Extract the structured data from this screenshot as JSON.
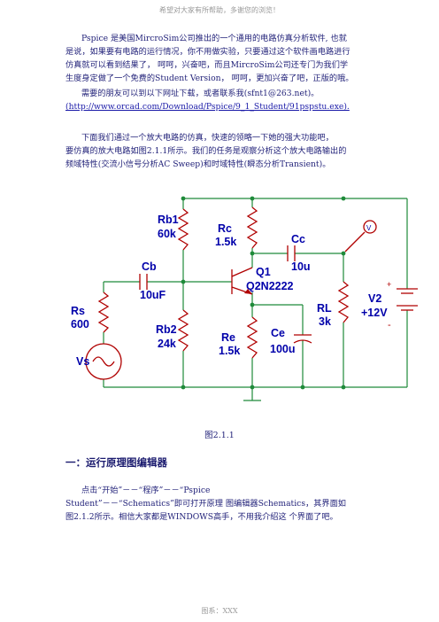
{
  "header": {
    "top_note": "希望对大家有所帮助，多谢您的浏览！"
  },
  "intro": {
    "p1_l1": "Pspice 是美国MircroSim公司推出的一个通用的电路仿真分析软件, 也就",
    "p1_l2": "是说，如果要有电路的运行情况，你不用做实验，只要通过这个软件画电路进行",
    "p1_l3": "仿真就可以看到结果了， 呵呵，兴奋吧，而且MircroSim公司还专门为我们学",
    "p1_l4": "生度身定做了一个免费的Student Version， 呵呵，更加兴奋了吧，正版的哦。",
    "p2_l1": "需要的朋友可以到以下网址下载，或者联系我(sfnt1@263.net)。",
    "p2_link": "(http://www.orcad.com/Download/Pspice/9_1_Student/91pspstu.exe).",
    "p3_l1": "下面我们通过一个放大电路的仿真，快速的领略一下她的强大功能吧，",
    "p3_l2": "要仿真的放大电路如图2.1.1所示。我们的任务是观察分析这个放大电路输出的",
    "p3_l3": "频域特性(交流小信号分析AC Sweep)和时域特性(瞬态分析Transient)。"
  },
  "circuit": {
    "labels": {
      "rb1": "Rb1",
      "rb1_val": "60k",
      "rc": "Rc",
      "rc_val": "1.5k",
      "cc": "Cc",
      "cc_val": "10u",
      "cb": "Cb",
      "cb_val": "10uF",
      "q1": "Q1",
      "q1_val": "Q2N2222",
      "rs": "Rs",
      "rs_val": "600",
      "rb2": "Rb2",
      "rb2_val": "24k",
      "re": "Re",
      "re_val": "1.5k",
      "ce": "Ce",
      "ce_val": "100u",
      "rl": "RL",
      "rl_val": "3k",
      "v2": "V2",
      "v2_val": "+12V",
      "vs": "Vs",
      "probe": "V",
      "plus": "+",
      "minus": "-"
    },
    "wire_color": "#1f8a3a",
    "part_color": "#b00000"
  },
  "figure_caption": "图2.1.1",
  "section": {
    "heading": "一：运行原理图编辑器",
    "p_l1": "点击“开始”－－“程序”－－“Pspice",
    "p_l2": "Student”－－“Schematics”即可打开原理  图编辑器Schematics，其界面如",
    "p_l3": "图2.1.2所示。相信大家都是WINDOWS高手，不用我介绍这  个界面了吧。"
  },
  "footer": {
    "note": "图系：XXX"
  }
}
